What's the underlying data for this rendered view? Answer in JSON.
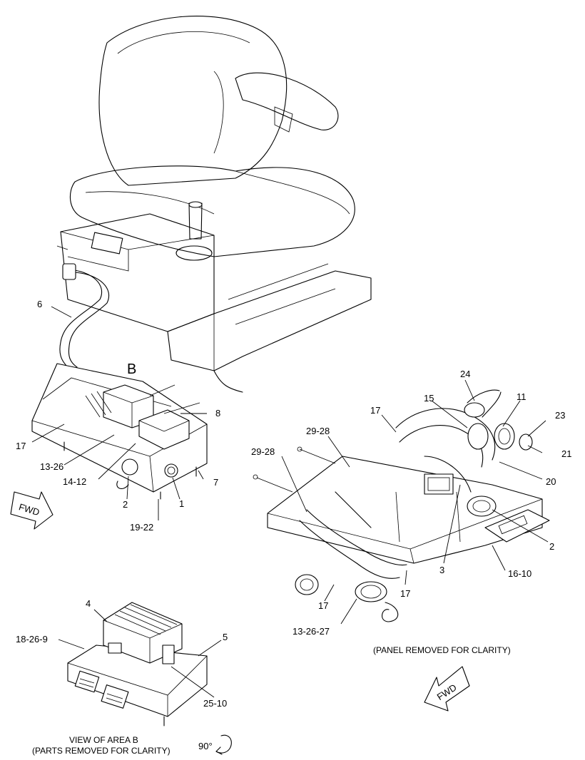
{
  "callouts": {
    "c6": "6",
    "cB": "B",
    "c8": "8",
    "c17_left": "17",
    "c13_26": "13-26",
    "c14_12": "14-12",
    "c7": "7",
    "c2_left": "2",
    "c1": "1",
    "c19_22": "19-22",
    "c24": "24",
    "c15": "15",
    "c11": "11",
    "c17_top": "17",
    "c23": "23",
    "c29_28_a": "29-28",
    "c29_28_b": "29-28",
    "c21": "21",
    "c20": "20",
    "c2_right": "2",
    "c3": "3",
    "c16_10": "16-10",
    "c17_mid": "17",
    "c17_bottom": "17",
    "c13_26_27": "13-26-27",
    "c4": "4",
    "c5": "5",
    "c18_26_9": "18-26-9",
    "c25_10": "25-10"
  },
  "fwd_left": "FWD",
  "fwd_right": "FWD",
  "panel_note": "(PANEL REMOVED FOR CLARITY)",
  "view_title": "VIEW OF AREA  B",
  "view_note": "(PARTS REMOVED FOR CLARITY)",
  "rotation": "90°"
}
